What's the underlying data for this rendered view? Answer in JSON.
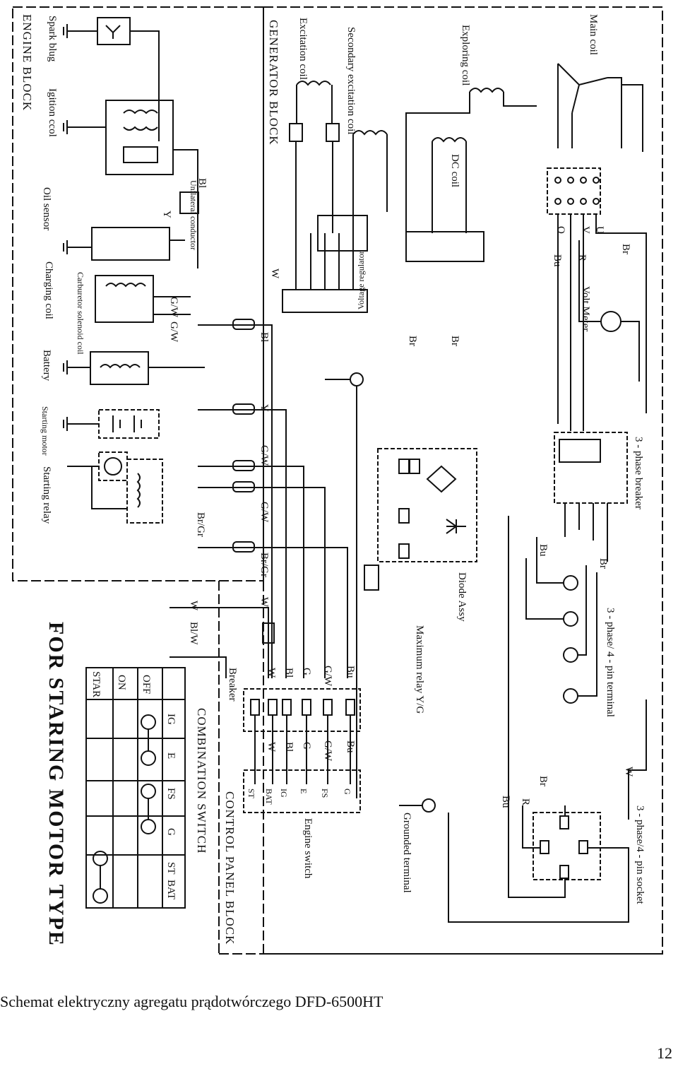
{
  "blocks": {
    "engine": "ENGINE BLOCK",
    "generator": "GENERATOR BLOCK",
    "control_panel": "CONTROL PANEL BLOCK"
  },
  "engine": {
    "spark_plug": "Spark blug",
    "ignition_coil": "Igition ccol",
    "oil_sensor": "Oil sensor",
    "unilateral_conductor": "Unilateral conductor",
    "carburetor_coil": "Carburetor solenoid coil",
    "charging_coil": "Charging coil",
    "battery": "Battery",
    "starting_motor": "Starting motor",
    "starting_relay": "Starting relay"
  },
  "generator": {
    "excitation_coil": "Excitation coil",
    "secondary_coil": "Secondary excitation coil",
    "exploring_coil": "Exploring coil",
    "main_coil": "Main coil",
    "dc_coil": "DC coil",
    "voltage_regulator": "Voltage regulator"
  },
  "panel": {
    "volt_meter": "Volt Meter",
    "breaker_3phase": "3 - phase breaker",
    "diode_assy": "Diode Assy",
    "maximum_relay": "Maximum relay Y/G",
    "breaker": "Breaker",
    "terminal_4pin": "3 - phase/ 4 - pin terminal",
    "socket_4pin": "3 - phase/4 - pin socket",
    "grounded_terminal": "Grounded terminal",
    "engine_switch": "Engine switch",
    "combination_switch": "COMBINATION SWITCH"
  },
  "wire_labels": {
    "bl": "Bl",
    "y": "Y",
    "gw": "G/W",
    "brgr": "Br/Gr",
    "w": "W",
    "blw": "Bl/W",
    "br": "Br",
    "bu": "Bu",
    "r": "R",
    "v": "V",
    "u": "U",
    "o": "O",
    "g": "G",
    "e": "E"
  },
  "switch_table": {
    "columns": [
      "IG",
      "E",
      "FS",
      "G",
      "ST",
      "BAT"
    ],
    "rows": [
      "OFF",
      "ON",
      "STAR"
    ]
  },
  "engine_switch_pins": [
    "ST",
    "BAT",
    "IG",
    "E",
    "FS",
    "G"
  ],
  "title": "FOR STARING MOTOR TYPE",
  "caption": "Schemat elektryczny agregatu prądotwórczego DFD-6500HT",
  "page_number": "12"
}
